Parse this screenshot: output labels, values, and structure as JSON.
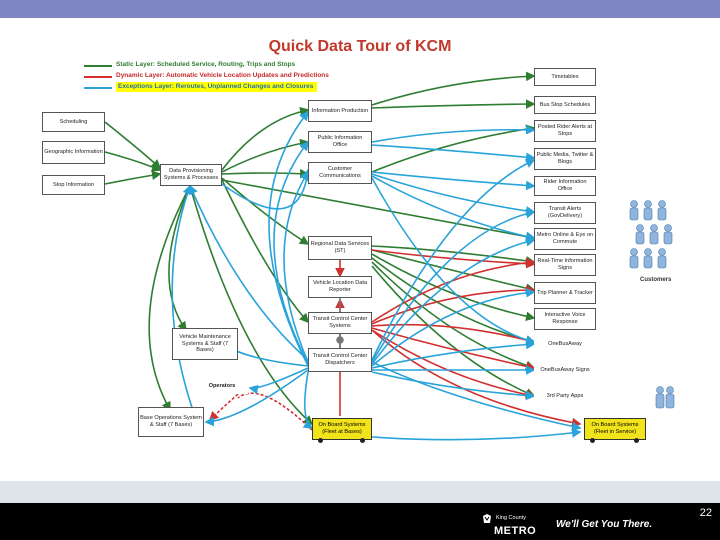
{
  "slide": {
    "title": "Quick Data Tour of KCM",
    "page_number": "22"
  },
  "legend": [
    {
      "label": "Static Layer: Scheduled Service, Routing, Trips and Stops",
      "color": "#2e7d32"
    },
    {
      "label": "Dynamic Layer: Automatic Vehicle Location Updates and Predictions",
      "color": "#d32f2f"
    },
    {
      "label": "Exceptions Layer: Reroutes, Unplanned Changes and Closures",
      "color": "#29a3d9",
      "highlight": "#ffff00"
    }
  ],
  "left_boxes": {
    "scheduling": "Scheduling",
    "geographic": "Geographic Information",
    "stop_info": "Stop Information",
    "data_provisioning": "Data Provisioning Systems & Processes",
    "vehicle_maint": "Vehicle Maintenance Systems & Staff (7 Bases)",
    "operators": "Operators",
    "base_ops": "Base Operations System & Staff (7 Bases)"
  },
  "center_boxes": {
    "info_production": "Information Production",
    "pio": "Public Information Office",
    "customer_comm": "Customer Communications",
    "regional": "Regional Data Services (ST)",
    "avl": "Vehicle Location Data Reporter",
    "tcc_systems": "Transit Control Center Systems",
    "tcc_dispatch": "Transit Control Center Dispatchers",
    "onboard_left": "On Board Systems (Fleet at Bases)"
  },
  "right_boxes": [
    "Timetables",
    "Bus Stop Schedules",
    "Posted Rider Alerts at Stops",
    "Public Media, Twitter & Blogs",
    "Rider Information Office",
    "Transit Alerts (GovDelivery)",
    "Metro Online & Eye on Commute",
    "Real-Time Information Signs",
    "Trip Planner & Tracker",
    "Interactive Voice Response",
    "OneBusAway",
    "OneBusAway Signs",
    "3rd Party Apps"
  ],
  "onboard_right": "On Board Systems (Fleet in Service)",
  "customers_label": "Customers",
  "footer": {
    "agency_small": "King County",
    "agency_big": "METRO",
    "tagline": "We'll Get You There."
  },
  "colors": {
    "static": "#2e7d32",
    "dynamic": "#d32f2f",
    "exceptions": "#29a3d9",
    "bus_yellow": "#f2e41a",
    "top_bar": "#7f86c2"
  }
}
